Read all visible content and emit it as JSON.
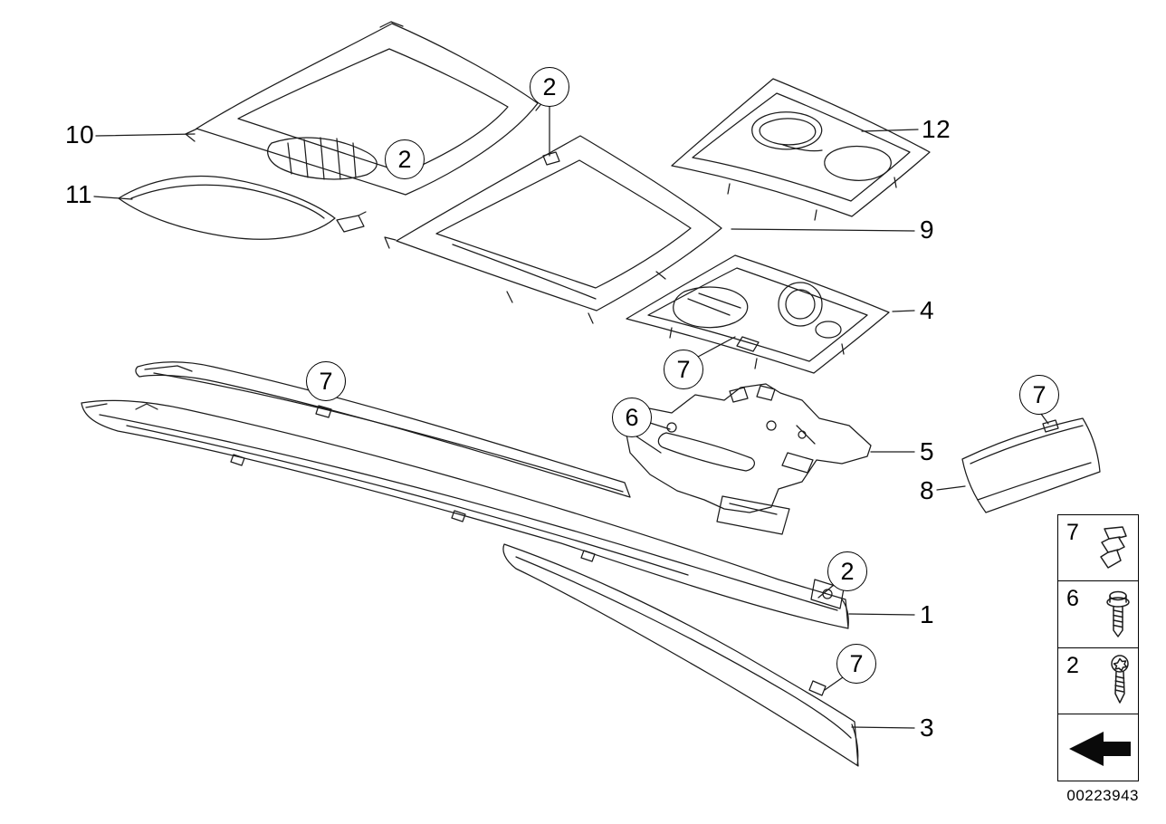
{
  "diagram": {
    "number": "00223943"
  },
  "colors": {
    "line": "#1c1c1c",
    "background": "#ffffff"
  },
  "callouts": [
    {
      "label": "10",
      "circled": false
    },
    {
      "label": "11",
      "circled": false
    },
    {
      "label": "2",
      "circled": true
    },
    {
      "label": "2",
      "circled": true
    },
    {
      "label": "12",
      "circled": false
    },
    {
      "label": "9",
      "circled": false
    },
    {
      "label": "4",
      "circled": false
    },
    {
      "label": "7",
      "circled": true
    },
    {
      "label": "6",
      "circled": true
    },
    {
      "label": "5",
      "circled": false
    },
    {
      "label": "8",
      "circled": false
    },
    {
      "label": "7",
      "circled": true
    },
    {
      "label": "1",
      "circled": false
    },
    {
      "label": "2",
      "circled": true
    },
    {
      "label": "7",
      "circled": true
    },
    {
      "label": "3",
      "circled": false
    },
    {
      "label": "7",
      "circled": true
    }
  ],
  "legend": {
    "rows": [
      {
        "label": "7",
        "icon": "clip-icon"
      },
      {
        "label": "6",
        "icon": "bolt-icon"
      },
      {
        "label": "2",
        "icon": "screw-icon"
      },
      {
        "label": "",
        "icon": "direction-arrow-icon"
      }
    ]
  }
}
